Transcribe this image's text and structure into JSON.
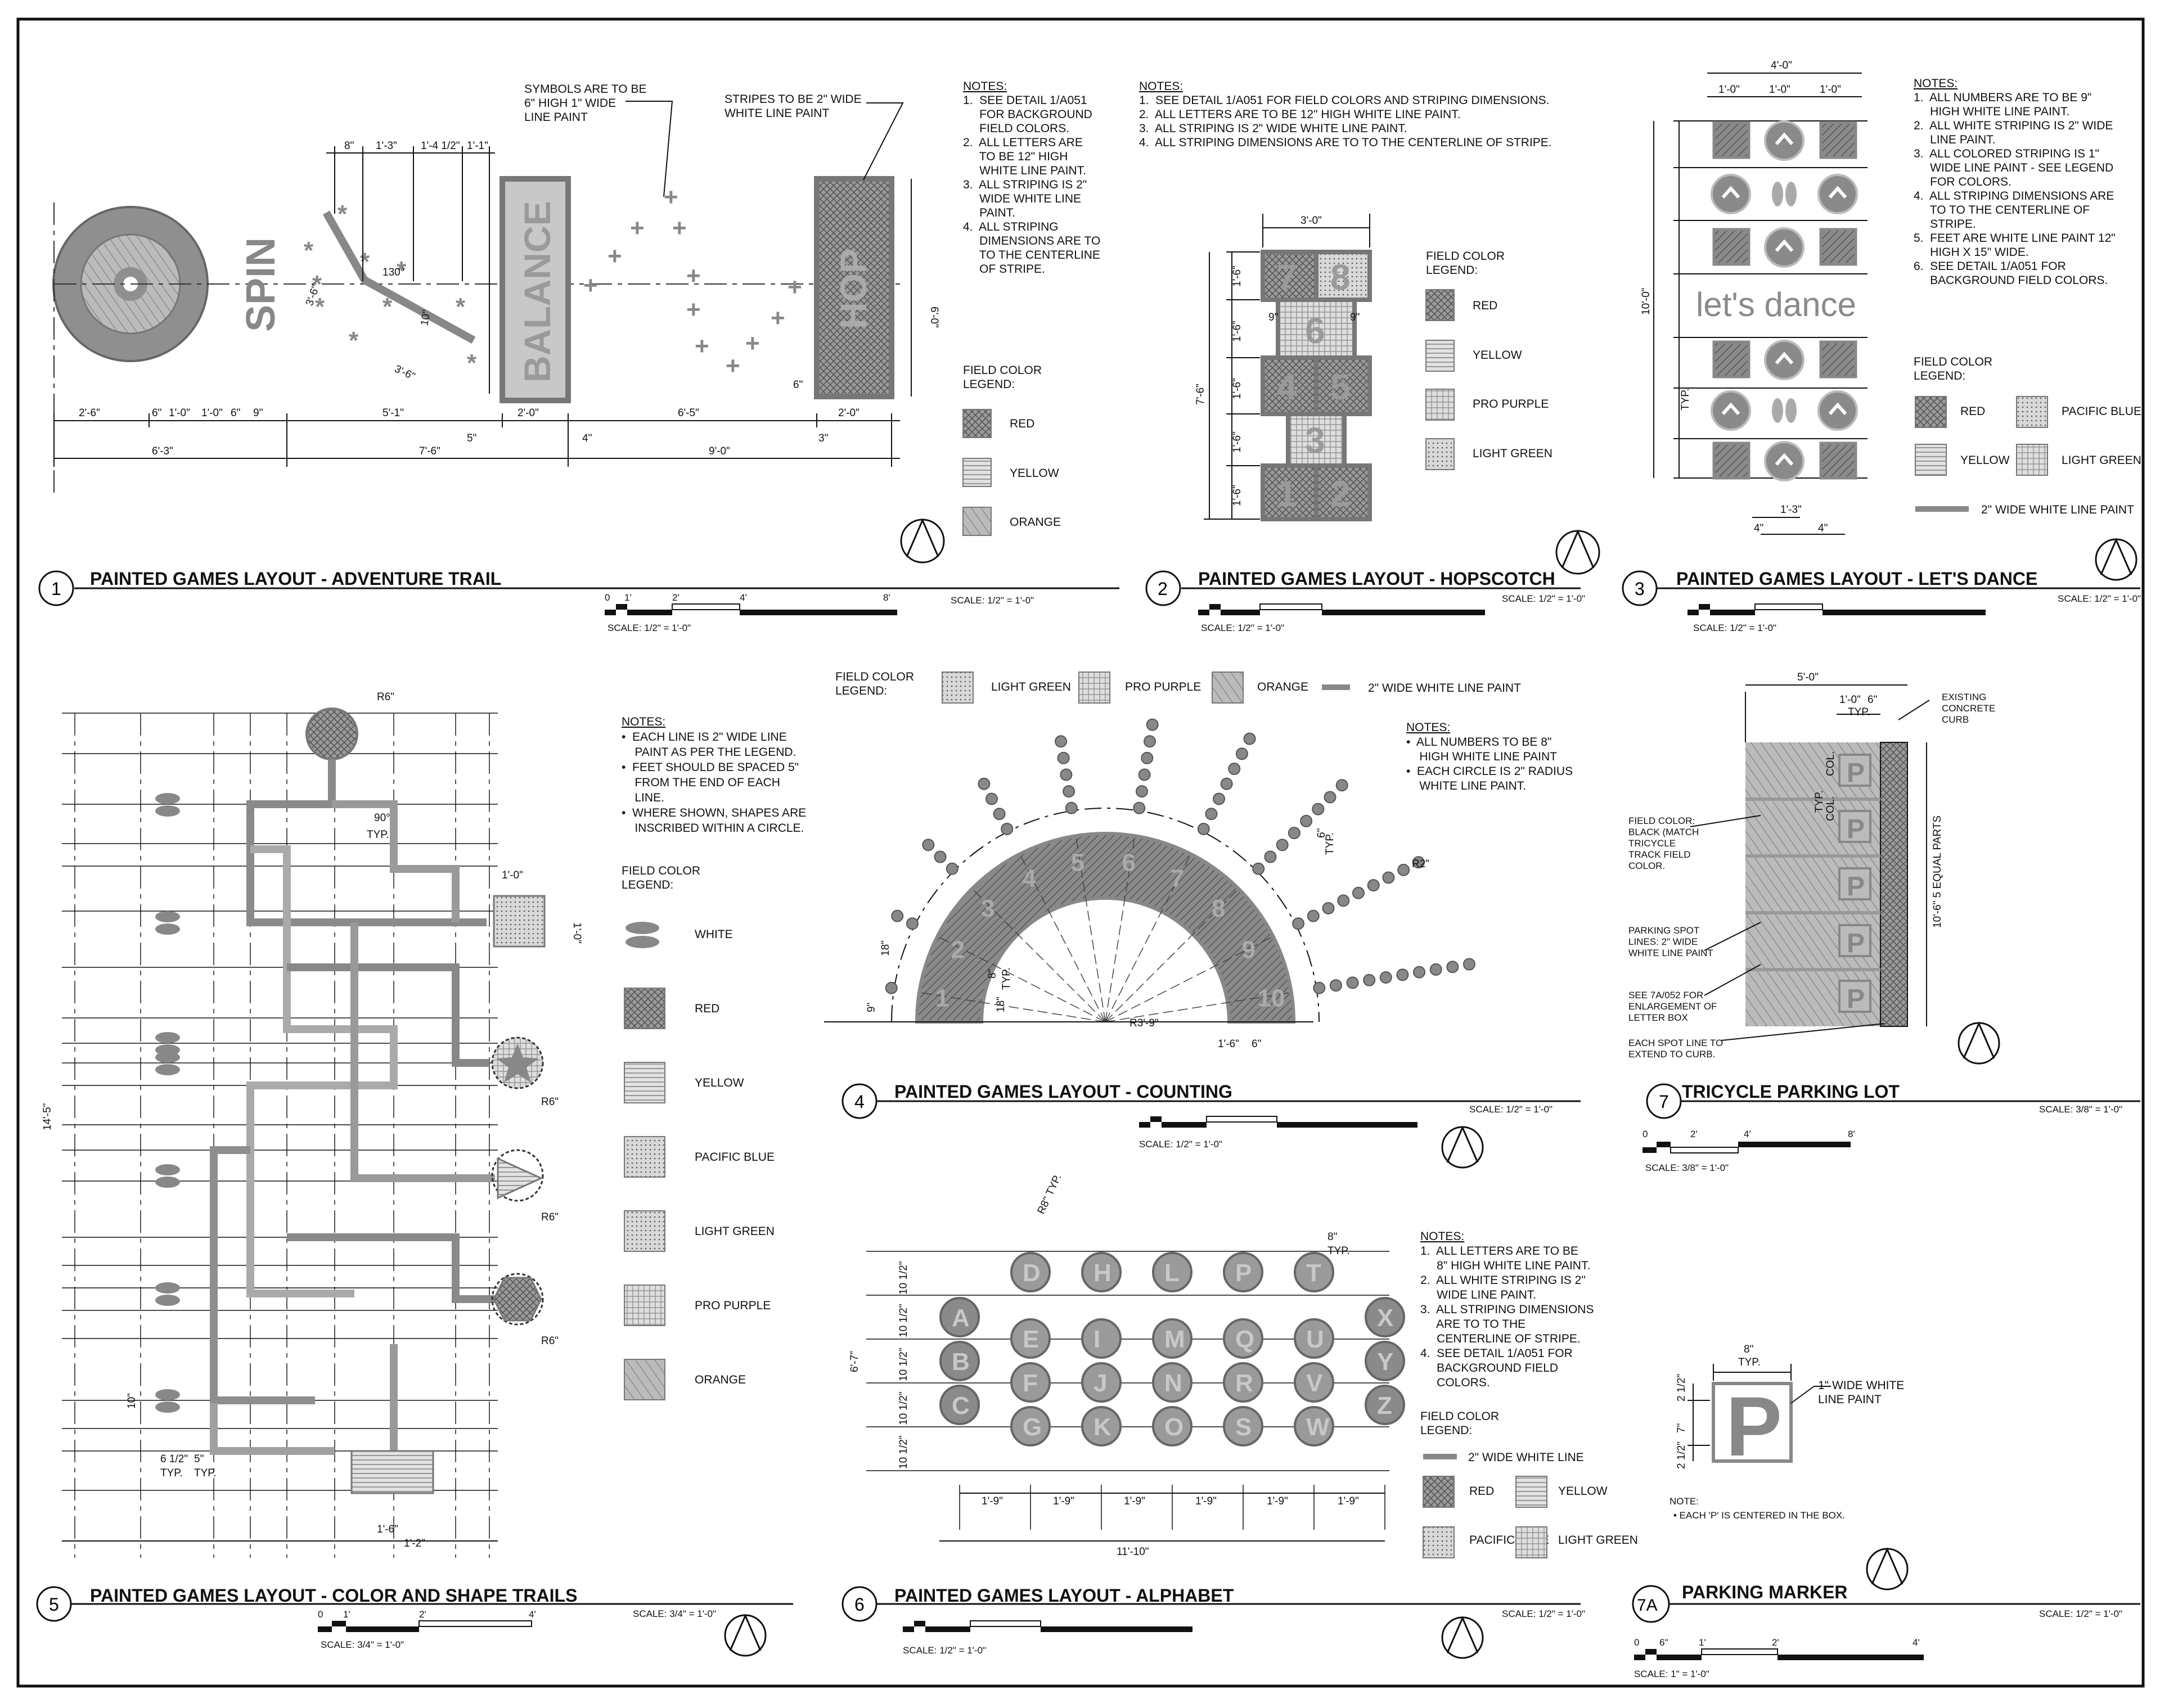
{
  "details": [
    {
      "num": "1",
      "title": "PAINTED GAMES LAYOUT - ADVENTURE TRAIL",
      "scale_label": "SCALE: 1/2\" = 1'-0\"",
      "scale_right": "SCALE: 1/2\" = 1'-0\"",
      "scale_ticks": [
        "0",
        "1'",
        "2'",
        "4'",
        "8'"
      ],
      "callout_symbols": "SYMBOLS ARE TO BE 6\" HIGH 1\" WIDE LINE PAINT",
      "callout_stripes": "STRIPES TO BE 2\" WIDE WHITE LINE PAINT",
      "words": [
        "SPIN",
        "BALANCE",
        "HOP"
      ],
      "notes_head": "NOTES:",
      "notes": [
        "1.  SEE DETAIL 1/A051",
        "     FOR BACKGROUND",
        "     FIELD COLORS.",
        "2.  ALL LETTERS ARE",
        "     TO BE 12\" HIGH",
        "     WHITE LINE PAINT.",
        "3.  ALL STRIPING IS 2\"",
        "     WIDE WHITE LINE",
        "     PAINT.",
        "4.  ALL STRIPING",
        "     DIMENSIONS ARE TO",
        "     TO THE CENTERLINE",
        "     OF STRIPE."
      ],
      "legend_head": [
        "FIELD COLOR",
        "LEGEND:"
      ],
      "legend": [
        "RED",
        "YELLOW",
        "ORANGE"
      ],
      "dims": [
        "2'-6\"",
        "6\"",
        "1'-0\"",
        "1'-0\"",
        "6\"",
        "9\"",
        "5'-1\"",
        "2'-0\"",
        "6'-5\"",
        "2'-0\"",
        "6'-3\"",
        "7'-6\"",
        "9'-0\"",
        "8\"",
        "1'-3\"",
        "1'-4 1/2\"",
        "1'-1\"",
        "3'-6\"",
        "3'-6\"",
        "10\"",
        "130°",
        "4\"",
        "5\"",
        "3\"",
        "6\"",
        "6'-0\""
      ]
    },
    {
      "num": "2",
      "title": "PAINTED GAMES LAYOUT - HOPSCOTCH",
      "scale_label": "SCALE: 1/2\" = 1'-0\"",
      "scale_right": "SCALE: 1/2\" = 1'-0\"",
      "notes_head": "NOTES:",
      "notes": [
        "1.  SEE DETAIL 1/A051 FOR FIELD COLORS AND STRIPING DIMENSIONS.",
        "2.  ALL LETTERS ARE TO BE 12\" HIGH WHITE LINE PAINT.",
        "3.  ALL STRIPING IS 2\" WIDE WHITE LINE PAINT.",
        "4.  ALL STRIPING DIMENSIONS ARE TO TO THE CENTERLINE OF STRIPE."
      ],
      "legend_head": [
        "FIELD COLOR",
        "LEGEND:"
      ],
      "legend": [
        "RED",
        "YELLOW",
        "PRO PURPLE",
        "LIGHT GREEN"
      ],
      "numbers": [
        "7",
        "8",
        "6",
        "4",
        "5",
        "3",
        "1",
        "2"
      ],
      "dims": [
        "3'-0\"",
        "9\"",
        "9\"",
        "1'-6\"",
        "1'-6\"",
        "1'-6\"",
        "1'-6\"",
        "1'-6\"",
        "7'-6\""
      ]
    },
    {
      "num": "3",
      "title": "PAINTED GAMES LAYOUT - LET'S DANCE",
      "scale_label": "SCALE: 1/2\" = 1'-0\"",
      "scale_right": "SCALE: 1/2\" = 1'-0\"",
      "center_text": "let's dance",
      "notes_head": "NOTES:",
      "notes": [
        "1.  ALL NUMBERS ARE TO BE 9\"",
        "     HIGH WHITE LINE PAINT.",
        "2.  ALL WHITE STRIPING IS 2\" WIDE",
        "     LINE PAINT.",
        "3.  ALL COLORED STRIPING IS 1\"",
        "     WIDE LINE PAINT - SEE LEGEND",
        "     FOR COLORS.",
        "4.  ALL STRIPING DIMENSIONS ARE",
        "     TO TO THE CENTERLINE OF",
        "     STRIPE.",
        "5.  FEET ARE WHITE LINE PAINT 12\"",
        "     HIGH X 15\" WIDE.",
        "6.  SEE DETAIL 1/A051 FOR",
        "     BACKGROUND FIELD COLORS."
      ],
      "legend_head": [
        "FIELD COLOR",
        "LEGEND:"
      ],
      "legend": [
        "RED",
        "PACIFIC BLUE",
        "YELLOW",
        "LIGHT GREEN"
      ],
      "legend_line": "2\" WIDE WHITE LINE PAINT",
      "dims": [
        "4'-0\"",
        "1'-0\"",
        "1'-0\"",
        "1'-0\"",
        "10'-0\"",
        "1'-3\"",
        "4\"",
        "4\"",
        "TYP."
      ]
    },
    {
      "num": "4",
      "title": "PAINTED GAMES LAYOUT - COUNTING",
      "scale_label": "SCALE: 1/2\" = 1'-0\"",
      "scale_right": "SCALE: 1/2\" = 1'-0\"",
      "legend_head": [
        "FIELD COLOR",
        "LEGEND:"
      ],
      "legend": [
        "LIGHT GREEN",
        "PRO PURPLE",
        "ORANGE"
      ],
      "legend_line": "2\" WIDE WHITE LINE PAINT",
      "notes_head": "NOTES:",
      "notes": [
        "•  ALL NUMBERS TO BE 8\"",
        "    HIGH WHITE LINE PAINT",
        "•  EACH CIRCLE IS 2\" RADIUS",
        "    WHITE LINE PAINT."
      ],
      "numbers": [
        "1",
        "2",
        "3",
        "4",
        "5",
        "6",
        "7",
        "8",
        "9",
        "10"
      ],
      "dims": [
        "R3'-9\"",
        "1'-6\"",
        "6\"",
        "R2\"",
        "6\"",
        "TYP.",
        "18\"",
        "9\"",
        "18\"",
        "8\"",
        "TYP."
      ]
    },
    {
      "num": "5",
      "title": "PAINTED GAMES LAYOUT - COLOR AND SHAPE TRAILS",
      "scale_label": "SCALE: 3/4\" = 1'-0\"",
      "scale_right": "SCALE: 3/4\" = 1'-0\"",
      "scale_ticks": [
        "0",
        "1'",
        "2'",
        "4'"
      ],
      "notes_head": "NOTES:",
      "notes": [
        "•  EACH LINE IS 2\" WIDE LINE",
        "    PAINT AS PER THE LEGEND.",
        "•  FEET SHOULD BE SPACED 5\"",
        "    FROM THE END OF EACH",
        "    LINE.",
        "•  WHERE SHOWN, SHAPES ARE",
        "    INSCRIBED WITHIN A CIRCLE."
      ],
      "legend_head": [
        "FIELD COLOR",
        "LEGEND:"
      ],
      "legend": [
        "WHITE",
        "RED",
        "YELLOW",
        "PACIFIC BLUE",
        "LIGHT GREEN",
        "PRO PURPLE",
        "ORANGE"
      ],
      "dims": [
        "14'-5\"",
        "1'-0\"",
        "1'-0\"",
        "R6\"",
        "R6\"",
        "R6\"",
        "R6\"",
        "90°",
        "TYP.",
        "1'-6\"",
        "1'-2\"",
        "5\"",
        "TYP.",
        "6 1/2\"",
        "TYP.",
        "10\""
      ]
    },
    {
      "num": "6",
      "title": "PAINTED GAMES LAYOUT - ALPHABET",
      "scale_label": "SCALE: 1/2\" = 1'-0\"",
      "scale_right": "SCALE: 1/2\" = 1'-0\"",
      "letters": [
        [
          "A",
          "E",
          "I",
          "M",
          "Q",
          "U",
          "X"
        ],
        [
          "B",
          "F",
          "J",
          "N",
          "R",
          "V",
          "Y"
        ],
        [
          "C",
          "G",
          "K",
          "O",
          "S",
          "W",
          "Z"
        ],
        [
          "D",
          "H",
          "L",
          "P",
          "T"
        ]
      ],
      "notes_head": "NOTES:",
      "notes": [
        "1.  ALL LETTERS ARE TO BE",
        "     8\" HIGH WHITE LINE PAINT.",
        "2.  ALL WHITE STRIPING IS 2\"",
        "     WIDE LINE PAINT.",
        "3.  ALL STRIPING DIMENSIONS",
        "     ARE TO TO THE",
        "     CENTERLINE OF STRIPE.",
        "4.  SEE DETAIL 1/A051 FOR",
        "     BACKGROUND FIELD",
        "     COLORS."
      ],
      "legend_head": [
        "FIELD COLOR",
        "LEGEND:"
      ],
      "legend_line": "2\" WIDE WHITE LINE",
      "legend": [
        "RED",
        "YELLOW",
        "PACIFIC BLUE",
        "LIGHT GREEN"
      ],
      "dims": [
        "6'-7\"",
        "11'-10\"",
        "1'-9\"",
        "1'-9\"",
        "1'-9\"",
        "1'-9\"",
        "1'-9\"",
        "1'-9\"",
        "R8\" TYP.",
        "8\"",
        "TYP.",
        "10 1/2\"",
        "10 1/2\"",
        "10 1/2\"",
        "10 1/2\"",
        "10 1/2\""
      ]
    },
    {
      "num": "7",
      "title": "TRICYCLE PARKING LOT",
      "scale_label": "SCALE: 3/8\" = 1'-0\"",
      "scale_right": "SCALE: 3/8\" = 1'-0\"",
      "scale_ticks": [
        "0",
        "2'",
        "4'",
        "8'"
      ],
      "marker": "P",
      "labels": [
        "EXISTING",
        "CONCRETE",
        "CURB",
        "FIELD COLOR:",
        "BLACK (MATCH",
        "TRICYCLE",
        "TRACK FIELD",
        "COLOR.",
        "PARKING SPOT",
        "LINES: 2\" WIDE",
        "WHITE LINE PAINT",
        "SEE 7A/052 FOR",
        "ENLARGEMENT OF",
        "LETTER BOX",
        "EACH SPOT LINE TO",
        "EXTEND TO CURB."
      ],
      "dims": [
        "5'-0\"",
        "1'-0\"",
        "6\"",
        "TYP.",
        "TYP.",
        "COL.",
        "COL.",
        "10'-6\"  5 EQUAL PARTS"
      ]
    },
    {
      "num": "7A",
      "title": "PARKING MARKER",
      "scale_label": "SCALE: 1\" = 1'-0\"",
      "scale_right": "SCALE: 1/2\" = 1'-0\"",
      "scale_ticks": [
        "0",
        "6\"",
        "1'",
        "2'",
        "4'"
      ],
      "marker": "P",
      "callout": [
        "1\" WIDE WHITE",
        "LINE PAINT"
      ],
      "note_head": "NOTE:",
      "note": "•  EACH 'P' IS CENTERED IN THE BOX.",
      "dims": [
        "8\"",
        "TYP.",
        "2 1/2\"",
        "7\"",
        "2 1/2\""
      ]
    }
  ],
  "colors": {
    "ink": "#111111",
    "field": "#8a8a8a",
    "field_dark": "#6f6f6f",
    "paint_line": "#888888"
  }
}
